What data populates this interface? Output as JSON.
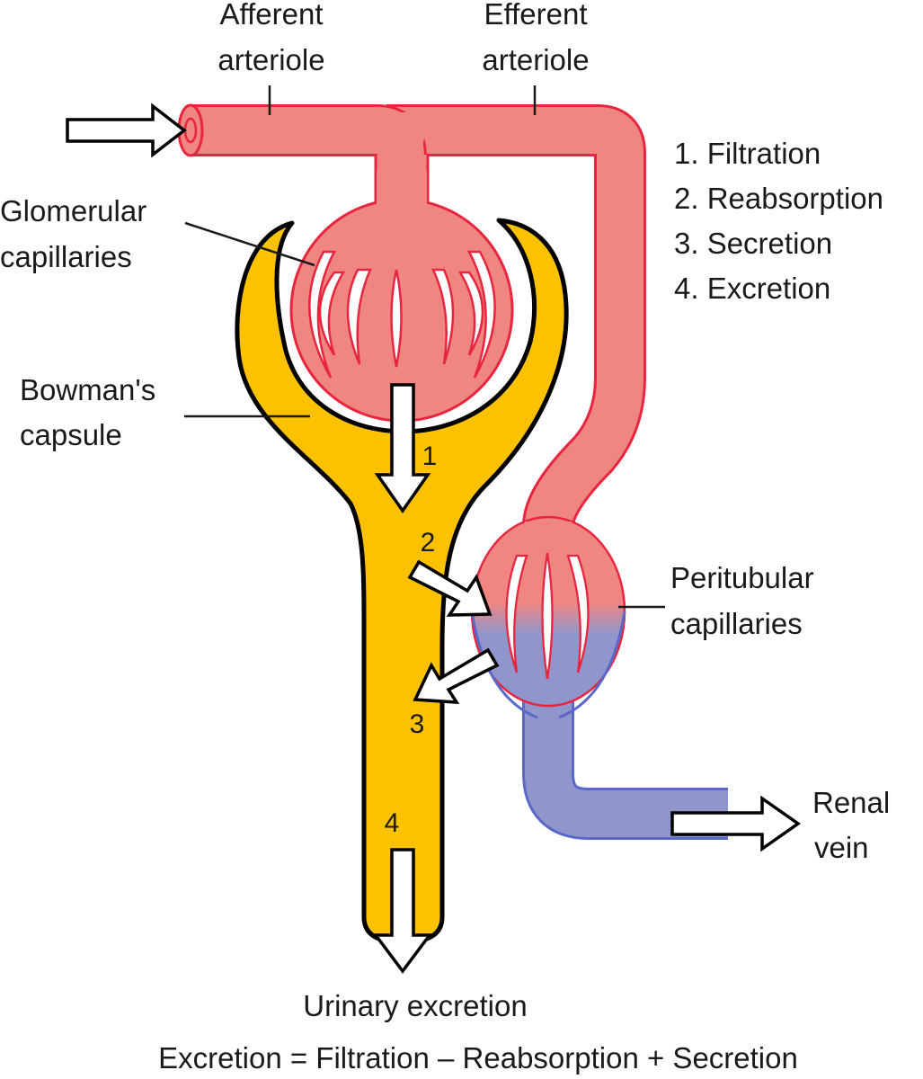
{
  "labels": {
    "afferent_1": "Afferent",
    "afferent_2": "arteriole",
    "efferent_1": "Efferent",
    "efferent_2": "arteriole",
    "glomerular_1": "Glomerular",
    "glomerular_2": "capillaries",
    "bowman_1": "Bowman's",
    "bowman_2": "capsule",
    "peritubular_1": "Peritubular",
    "peritubular_2": "capillaries",
    "renal_1": "Renal",
    "renal_2": "vein",
    "urinary": "Urinary excretion",
    "formula": "Excretion = Filtration – Reabsorption + Secretion"
  },
  "processes": [
    "1. Filtration",
    "2. Reabsorption",
    "3. Secretion",
    "4. Excretion"
  ],
  "step_numbers": [
    "1",
    "2",
    "3",
    "4"
  ],
  "colors": {
    "arterial": "#f08682",
    "arterial_edge": "#e8253f",
    "venous": "#9096cc",
    "venous_edge": "#5a68c8",
    "tubule": "#fcc200",
    "outline": "#000000"
  }
}
